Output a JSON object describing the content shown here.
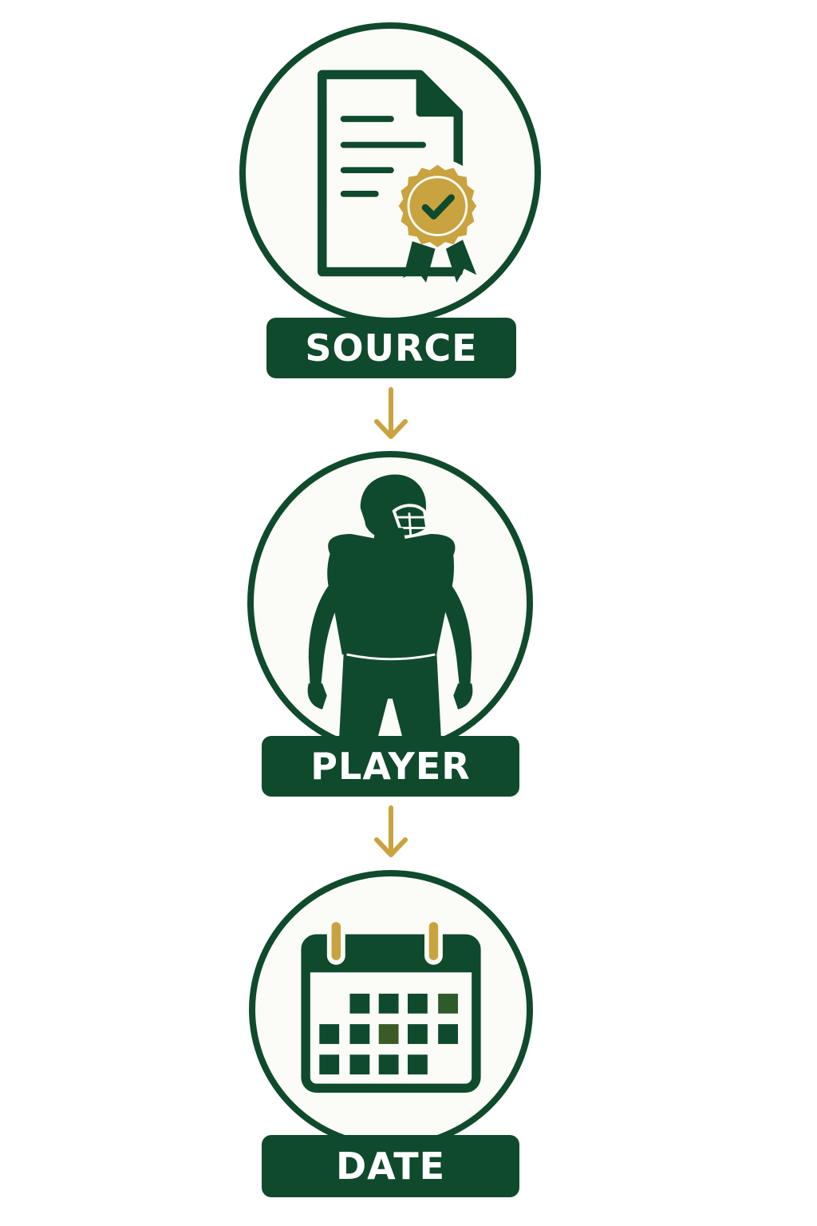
{
  "colors": {
    "green": "#0f4a2c",
    "gold": "#c9a33f",
    "background": "#ffffff"
  },
  "steps": [
    {
      "label": "SOURCE",
      "icon": "certified-document-icon"
    },
    {
      "label": "PLAYER",
      "icon": "football-player-icon"
    },
    {
      "label": "DATE",
      "icon": "calendar-icon"
    }
  ],
  "connectors": [
    {
      "icon": "arrow-down-icon"
    },
    {
      "icon": "arrow-down-icon"
    }
  ]
}
